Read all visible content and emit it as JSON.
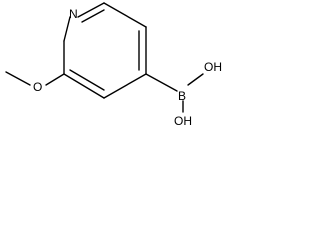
{
  "molecule": {
    "atoms": {
      "ring_nitrogen": "N",
      "methoxy_oxygen": "O",
      "boron": "B",
      "hydroxyl_upper": "OH",
      "hydroxyl_lower": "OH"
    }
  },
  "colors": {
    "bond": "#000000",
    "text": "#000000",
    "background": "#ffffff"
  }
}
